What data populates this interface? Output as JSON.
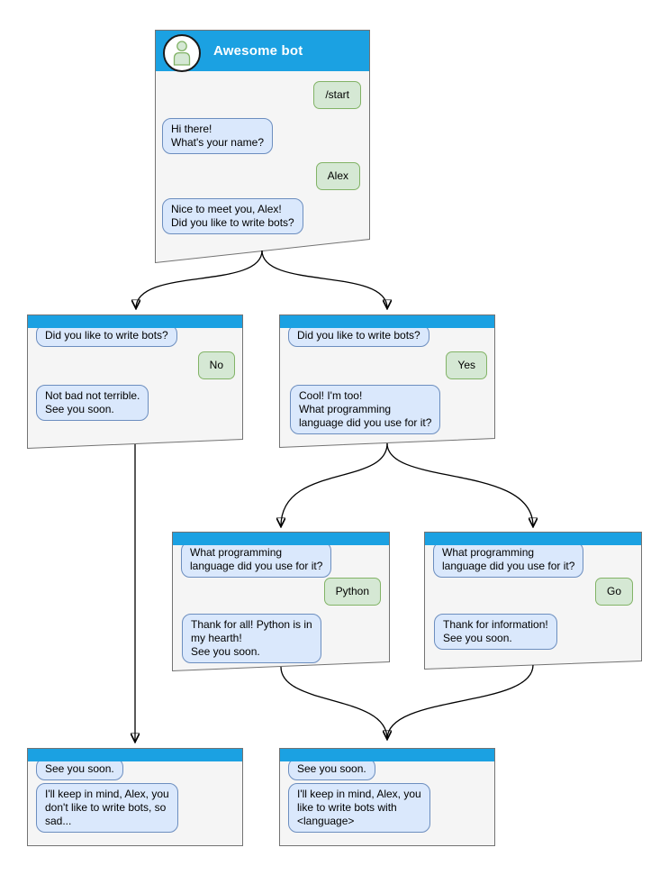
{
  "colors": {
    "header_blue": "#1ba1e2",
    "window_bg": "#f5f5f5",
    "window_border": "#737373",
    "bot_bubble_bg": "#dae8fc",
    "bot_bubble_border": "#6c8ebf",
    "user_bubble_bg": "#d5e8d4",
    "user_bubble_border": "#82b366",
    "title_text": "#ffffff"
  },
  "windows": [
    {
      "id": "main",
      "title": "Awesome bot",
      "messages": [
        {
          "side": "right",
          "text": "/start"
        },
        {
          "side": "left",
          "text": "Hi there!\nWhat's your name?"
        },
        {
          "side": "right",
          "text": "Alex"
        },
        {
          "side": "left",
          "text": "Nice to meet you, Alex!\nDid you like to write bots?"
        }
      ]
    },
    {
      "id": "branch-no",
      "title": "",
      "messages": [
        {
          "side": "left",
          "text": "Did you like to write bots?"
        },
        {
          "side": "right",
          "text": "No"
        },
        {
          "side": "left",
          "text": "Not bad not terrible.\nSee you soon."
        }
      ]
    },
    {
      "id": "branch-yes",
      "title": "",
      "messages": [
        {
          "side": "left",
          "text": "Did you like to write bots?"
        },
        {
          "side": "right",
          "text": "Yes"
        },
        {
          "side": "left",
          "text": "Cool! I'm too!\nWhat programming\nlanguage did you use for it?"
        }
      ]
    },
    {
      "id": "branch-python",
      "title": "",
      "messages": [
        {
          "side": "left",
          "text": "What programming\nlanguage did you use for it?"
        },
        {
          "side": "right",
          "text": "Python"
        },
        {
          "side": "left",
          "text": "Thank for all! Python is in\nmy hearth!\nSee you soon."
        }
      ]
    },
    {
      "id": "branch-go",
      "title": "",
      "messages": [
        {
          "side": "left",
          "text": "What programming\nlanguage did you use for it?"
        },
        {
          "side": "right",
          "text": "Go"
        },
        {
          "side": "left",
          "text": "Thank for information!\nSee you soon."
        }
      ]
    },
    {
      "id": "end-no",
      "title": "",
      "messages": [
        {
          "side": "left",
          "text": "See you soon."
        },
        {
          "side": "left",
          "text": "I'll keep in mind, Alex, you\ndon't like to write bots, so\nsad..."
        }
      ]
    },
    {
      "id": "end-yes",
      "title": "",
      "messages": [
        {
          "side": "left",
          "text": "See you soon."
        },
        {
          "side": "left",
          "text": "I'll keep in mind, Alex, you\nlike to write bots with\n<language>"
        }
      ]
    }
  ],
  "edges": [
    {
      "from": "main",
      "to": "branch-no"
    },
    {
      "from": "main",
      "to": "branch-yes"
    },
    {
      "from": "branch-no",
      "to": "end-no"
    },
    {
      "from": "branch-yes",
      "to": "branch-python"
    },
    {
      "from": "branch-yes",
      "to": "branch-go"
    },
    {
      "from": "branch-python",
      "to": "end-yes"
    },
    {
      "from": "branch-go",
      "to": "end-yes"
    }
  ]
}
